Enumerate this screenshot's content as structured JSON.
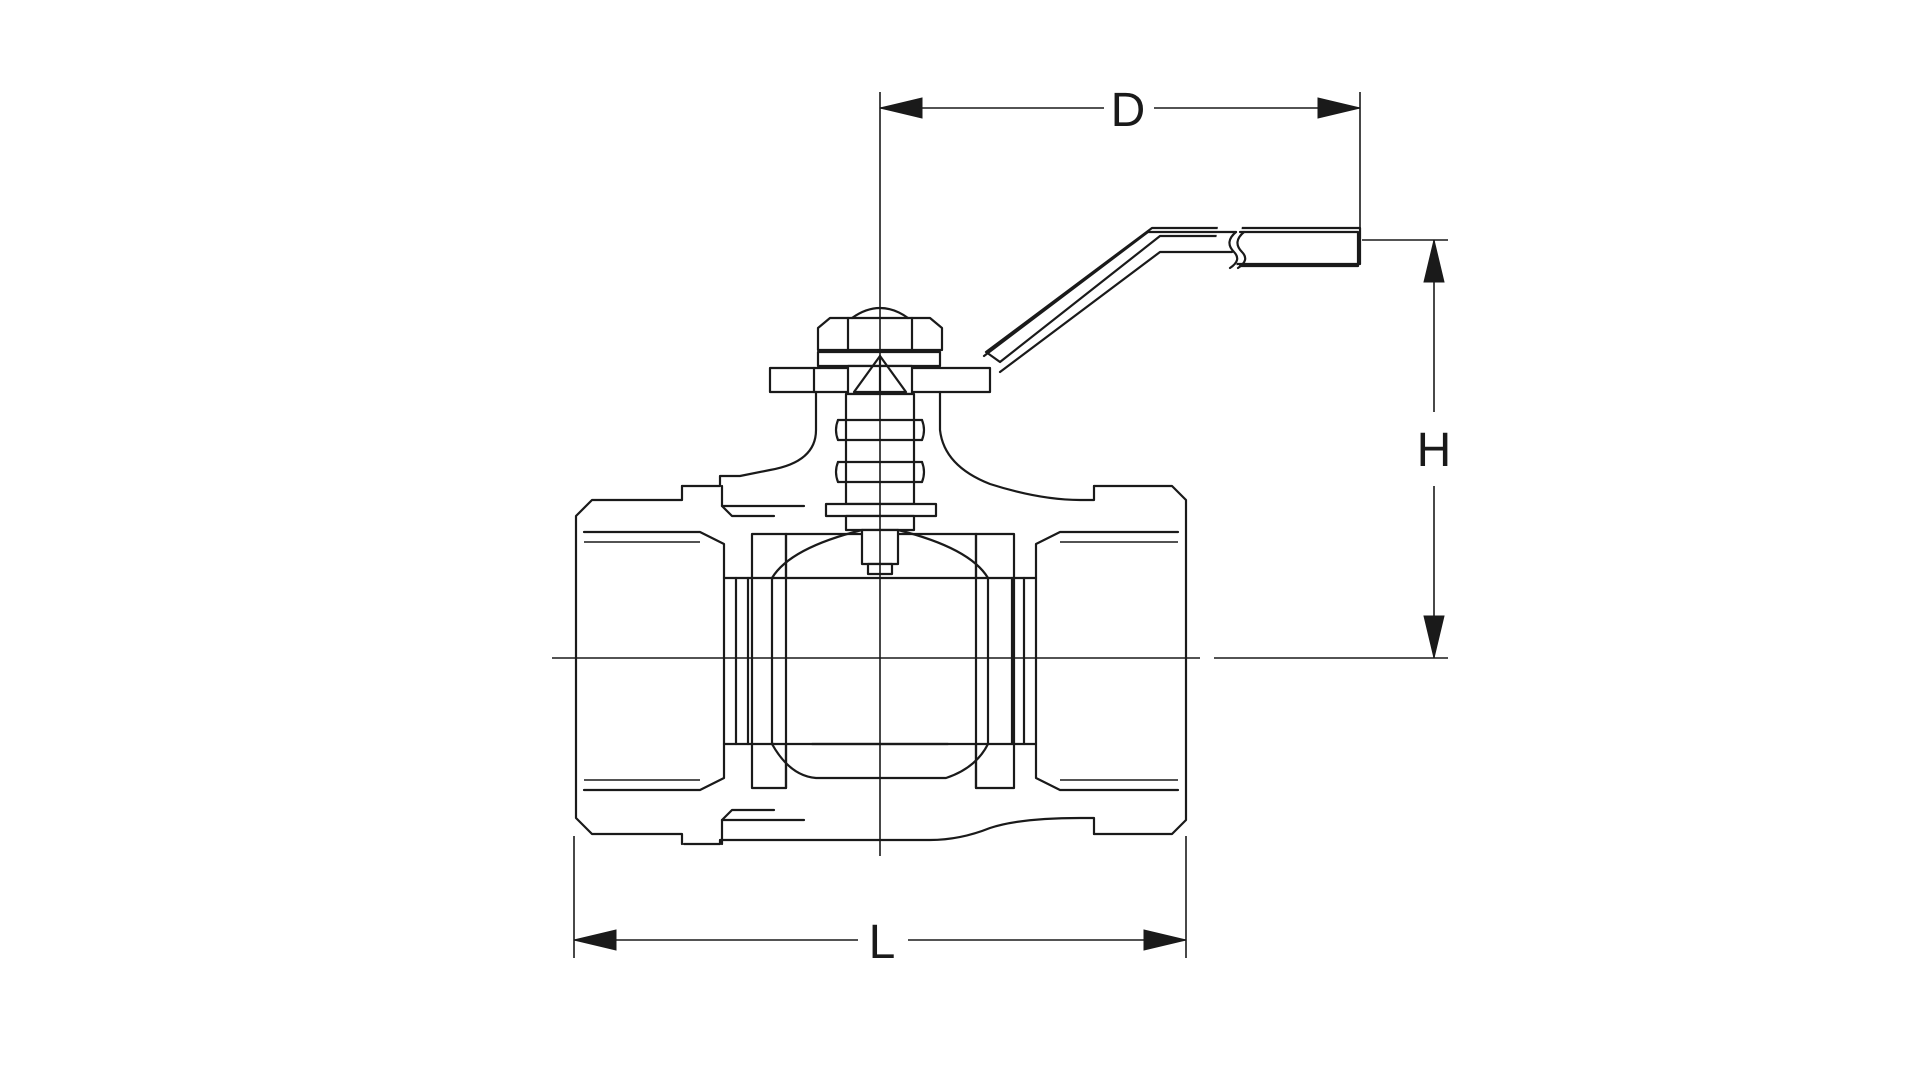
{
  "diagram": {
    "labels": {
      "d": "D",
      "h": "H",
      "l": "L"
    },
    "colors": {
      "stroke": "#1a1a1a",
      "background": "#ffffff"
    }
  }
}
